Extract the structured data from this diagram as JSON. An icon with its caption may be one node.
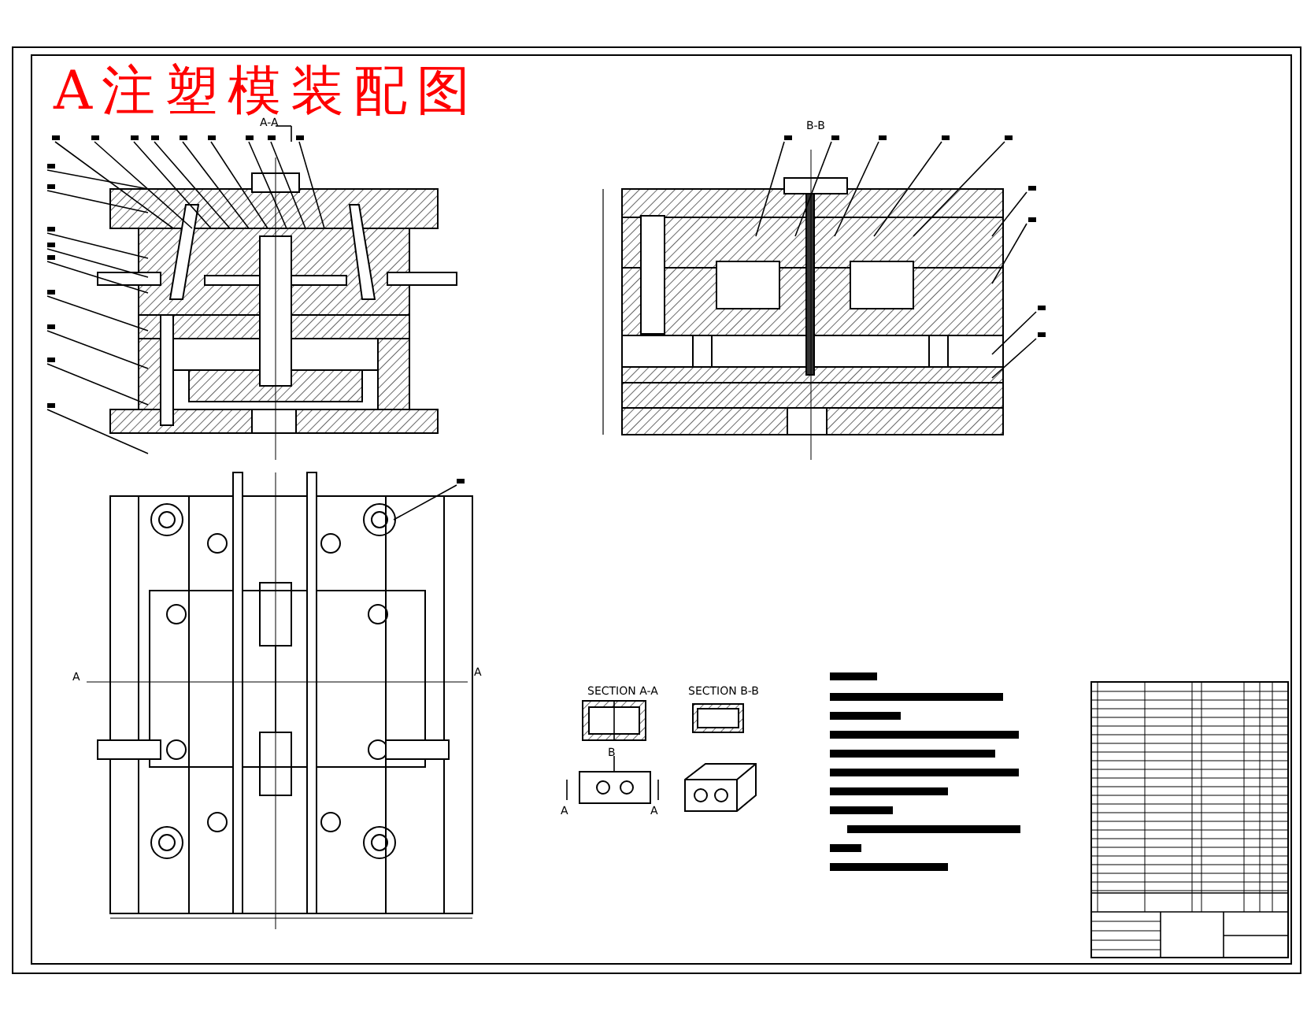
{
  "diagram": {
    "title": "A注塑模装配图",
    "labels": [
      "A-A",
      "B-B",
      "A",
      "A",
      "SECTION A-A",
      "SECTION B-B",
      "B",
      "A",
      "A"
    ]
  }
}
